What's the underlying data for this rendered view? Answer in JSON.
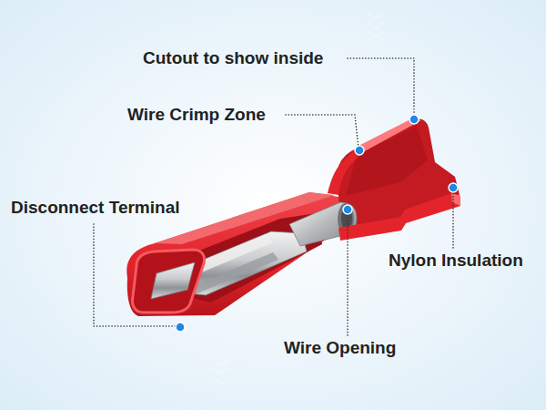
{
  "diagram": {
    "labels": [
      "Cutout to show inside",
      "Wire Crimp Zone",
      "Disconnect Terminal",
      "Nylon Insulation",
      "Wire Opening"
    ]
  }
}
